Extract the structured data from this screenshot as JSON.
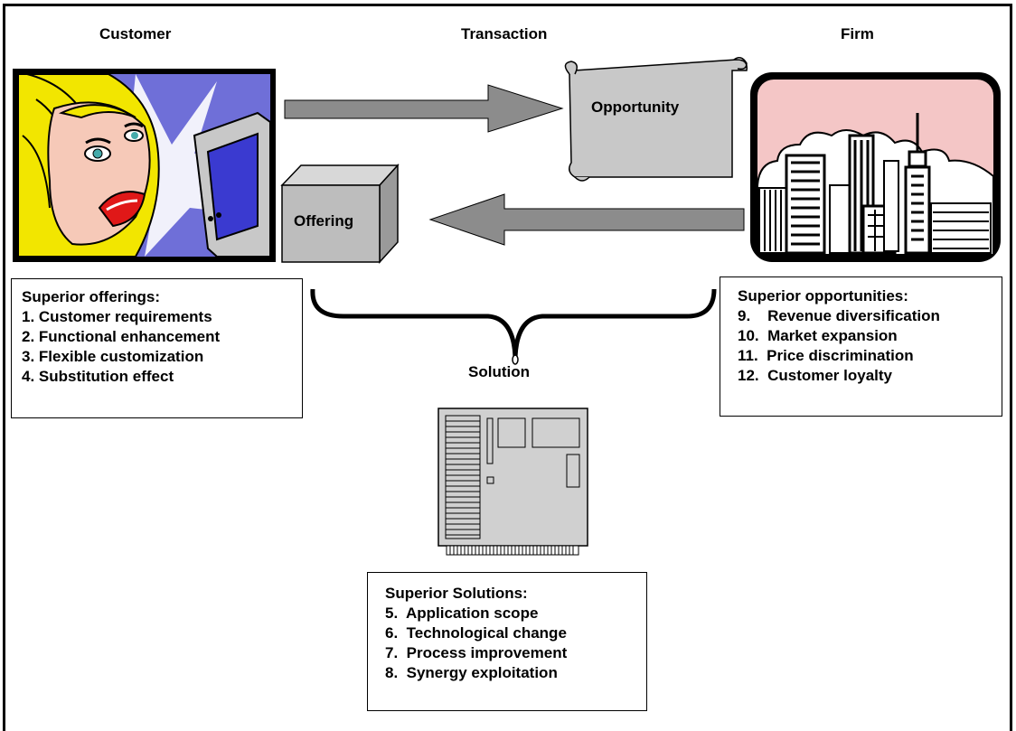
{
  "headers": {
    "customer": "Customer",
    "transaction": "Transaction",
    "firm": "Firm"
  },
  "labels": {
    "opportunity": "Opportunity",
    "offering": "Offering",
    "solution": "Solution"
  },
  "boxes": {
    "offerings": {
      "title": "Superior offerings:",
      "items": [
        "1. Customer requirements",
        "2. Functional enhancement",
        "3. Flexible customization",
        "4. Substitution effect"
      ]
    },
    "opportunities": {
      "title": "Superior opportunities:",
      "items": [
        "9.    Revenue diversification",
        "10.  Market expansion",
        "11.  Price discrimination",
        "12.  Customer loyalty"
      ]
    },
    "solutions": {
      "title": "Superior Solutions:",
      "items": [
        "5.  Application scope",
        "6.  Technological change",
        "7.  Process improvement",
        "8.  Synergy exploitation"
      ]
    }
  },
  "colors": {
    "arrow_fill": "#8c8c8c",
    "box_fill": "#bdbdbd",
    "scroll_fill": "#c8c8c8",
    "customer_bg": "#6f6fd8",
    "hair": "#f2e600",
    "skin": "#f6c9b8",
    "lips": "#e01818",
    "sky": "#f4c6c6",
    "board": "#d0d0d0"
  },
  "icons": {
    "customer": "woman-at-computer-icon",
    "firm": "city-skyline-icon",
    "opportunity": "scroll-icon",
    "offering": "box-icon",
    "solution": "circuit-board-icon",
    "brace": "curly-brace-icon"
  }
}
